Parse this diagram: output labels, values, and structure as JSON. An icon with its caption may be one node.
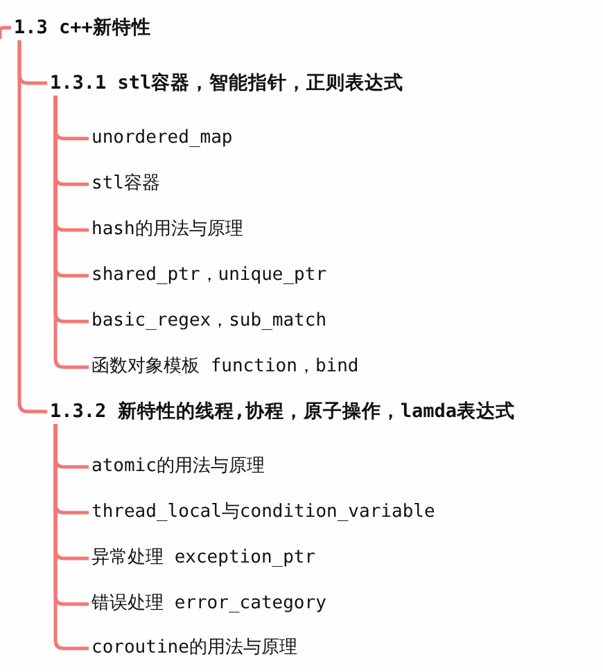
{
  "diagram": {
    "nodes": [
      {
        "text": [
          "1.3 c++新特性"
        ]
      },
      {
        "text": [
          "1.3.1 stl容器，智能指针，正则表达式"
        ]
      },
      {
        "text": [
          "unordered_map"
        ]
      },
      {
        "text": [
          "stl容器"
        ]
      },
      {
        "text": [
          "hash的用法与原理"
        ]
      },
      {
        "text": [
          "shared_ptr，unique_ptr"
        ]
      },
      {
        "text": [
          "basic_regex，sub_match"
        ]
      },
      {
        "text": [
          "函数对象模板 function，bind"
        ]
      },
      {
        "text": [
          "1.3.2 新特性的线程,协程，原子操作，lamda表达式"
        ]
      },
      {
        "text": [
          "atomic的用法与原理"
        ]
      },
      {
        "text": [
          "thread_local与condition_variable"
        ]
      },
      {
        "text": [
          "异常处理 exception_ptr"
        ]
      },
      {
        "text": [
          "错误处理 error_category"
        ]
      },
      {
        "text": [
          "coroutine的用法与原理"
        ]
      }
    ],
    "edges": [
      {
        "from": null,
        "to": 0,
        "arrow": "none"
      },
      {
        "from": 0,
        "to": 1,
        "arrow": "none"
      },
      {
        "from": 1,
        "to": 2,
        "arrow": "none"
      },
      {
        "from": 1,
        "to": 3,
        "arrow": "none"
      },
      {
        "from": 1,
        "to": 4,
        "arrow": "none"
      },
      {
        "from": 1,
        "to": 5,
        "arrow": "none"
      },
      {
        "from": 1,
        "to": 6,
        "arrow": "none"
      },
      {
        "from": 1,
        "to": 7,
        "arrow": "none"
      },
      {
        "from": 0,
        "to": 8,
        "arrow": "none"
      },
      {
        "from": 8,
        "to": 9,
        "arrow": "none"
      },
      {
        "from": 8,
        "to": 10,
        "arrow": "none"
      },
      {
        "from": 8,
        "to": 11,
        "arrow": "none"
      },
      {
        "from": 8,
        "to": 12,
        "arrow": "none"
      },
      {
        "from": 8,
        "to": 13,
        "arrow": "none"
      }
    ]
  }
}
